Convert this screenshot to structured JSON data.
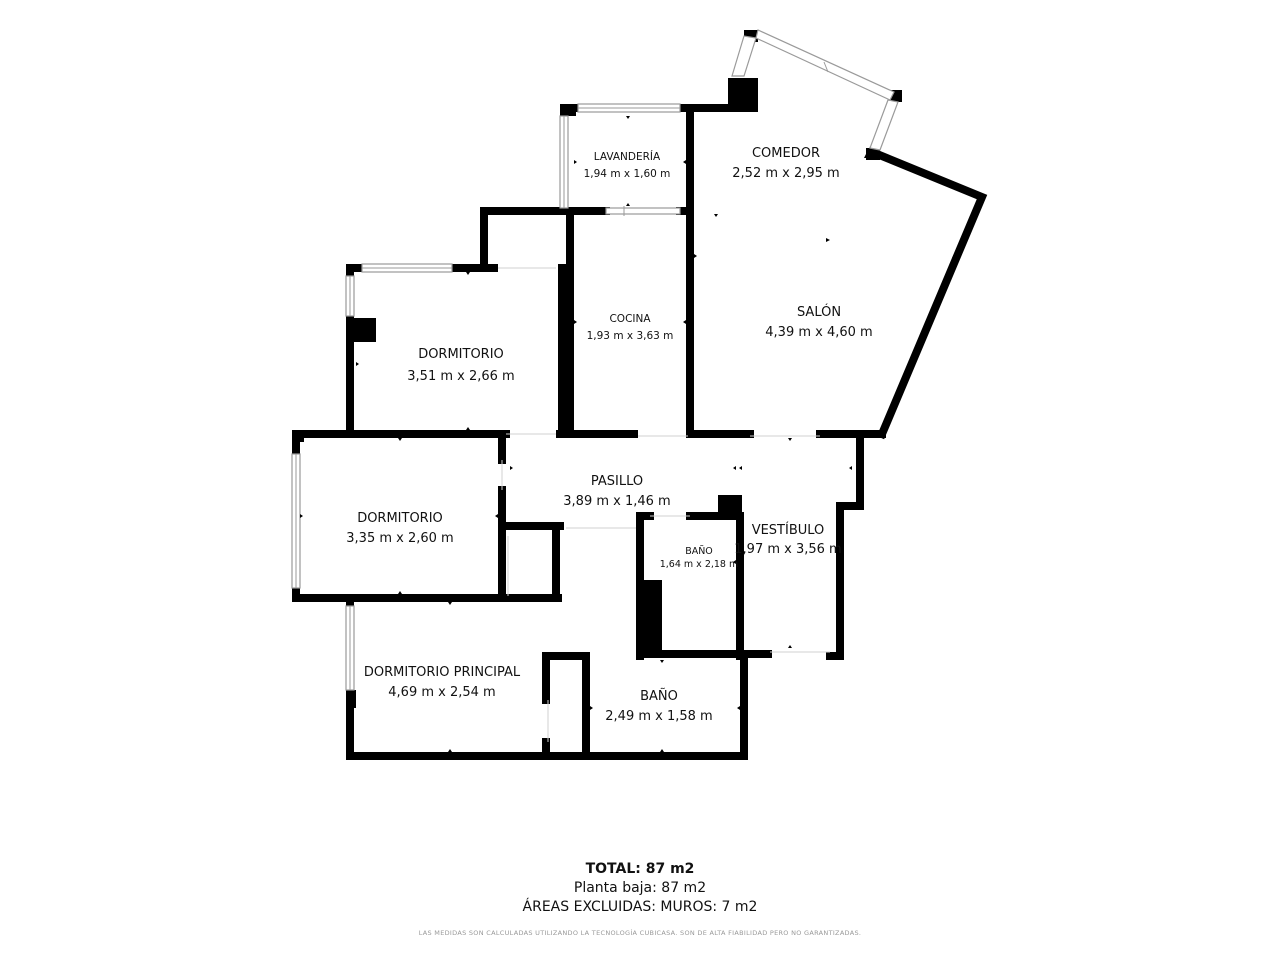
{
  "rooms": {
    "lavanderia": {
      "name": "LAVANDERÍA",
      "dims": "1,94 m x 1,60 m"
    },
    "comedor": {
      "name": "COMEDOR",
      "dims": "2,52 m x 2,95 m"
    },
    "cocina": {
      "name": "COCINA",
      "dims": "1,93 m x 3,63 m"
    },
    "salon": {
      "name": "SALÓN",
      "dims": "4,39 m x 4,60 m"
    },
    "dormitorio_1": {
      "name": "DORMITORIO",
      "dims": "3,51 m x 2,66 m"
    },
    "dormitorio_2": {
      "name": "DORMITORIO",
      "dims": "3,35 m x 2,60 m"
    },
    "pasillo": {
      "name": "PASILLO",
      "dims": "3,89 m x 1,46 m"
    },
    "vestibulo": {
      "name": "VESTÍBULO",
      "dims": "1,97 m x 3,56 m"
    },
    "bano_1": {
      "name": "BAÑO",
      "dims": "1,64 m x 2,18 m"
    },
    "dormitorio_principal": {
      "name": "DORMITORIO PRINCIPAL",
      "dims": "4,69 m x 2,54 m"
    },
    "bano_2": {
      "name": "BAÑO",
      "dims": "2,49 m x 1,58 m"
    }
  },
  "summary": {
    "total": "TOTAL: 87 m2",
    "planta_baja": "Planta baja: 87 m2",
    "areas_excluidas": "ÁREAS EXCLUIDAS: MUROS: 7 m2"
  },
  "disclaimer": "LAS MEDIDAS SON CALCULADAS UTILIZANDO LA TECNOLOGÍA CUBICASA. SON DE ALTA FIABILIDAD PERO NO GARANTIZADAS.",
  "colors": {
    "wall": "#000000",
    "window": "#bfbfbf",
    "background": "#ffffff"
  }
}
